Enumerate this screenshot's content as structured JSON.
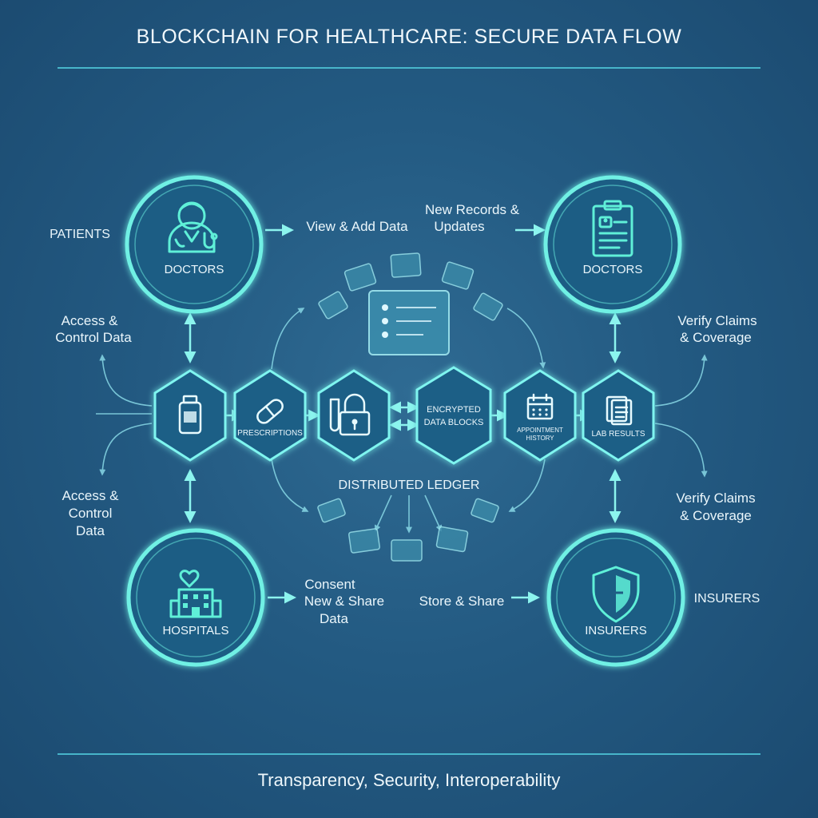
{
  "title": "BLOCKCHAIN FOR HEALTHCARE: SECURE DATA FLOW",
  "footer": "Transparency, Security, Interoperability",
  "colors": {
    "accent": "#6ff0e4",
    "background": "#235a82",
    "text": "#eaf6fb"
  },
  "nodes": {
    "top_left": {
      "label": "DOCTORS",
      "icon": "doctor-icon"
    },
    "top_right": {
      "label": "DOCTORS",
      "icon": "clipboard-icon"
    },
    "bottom_left": {
      "label": "HOSPITALS",
      "icon": "hospital-icon"
    },
    "bottom_right": {
      "label": "INSURERS",
      "icon": "shield-icon"
    }
  },
  "side_labels": {
    "patients": "PATIENTS",
    "insurers": "INSURERS",
    "access_control_top": [
      "Access &",
      "Control Data"
    ],
    "access_control_bottom": [
      "Access &",
      "Control",
      "Data"
    ],
    "verify_top": [
      "Verify Claims",
      "& Coverage"
    ],
    "verify_bottom": [
      "Verify Claims",
      "& Coverage"
    ],
    "view_add": "View & Add Data",
    "new_records": [
      "New Records &",
      "Updates"
    ],
    "consent": [
      "Consent",
      "New & Share",
      "Data"
    ],
    "store_share": "Store & Share",
    "ledger": "DISTRIBUTED LEDGER"
  },
  "chain": [
    {
      "label": "",
      "icon": "medicine-bottle-icon"
    },
    {
      "label": "PRESCRIPTIONS",
      "icon": "pill-icon"
    },
    {
      "label": "",
      "icon": "lock-icon"
    },
    {
      "label": "ENCRYPTED\nDATA BLOCKS",
      "icon": ""
    },
    {
      "label": "APPOINTMENT\nHISTORY",
      "icon": "calendar-icon"
    },
    {
      "label": "LAB RESULTS",
      "icon": "document-icon"
    }
  ]
}
